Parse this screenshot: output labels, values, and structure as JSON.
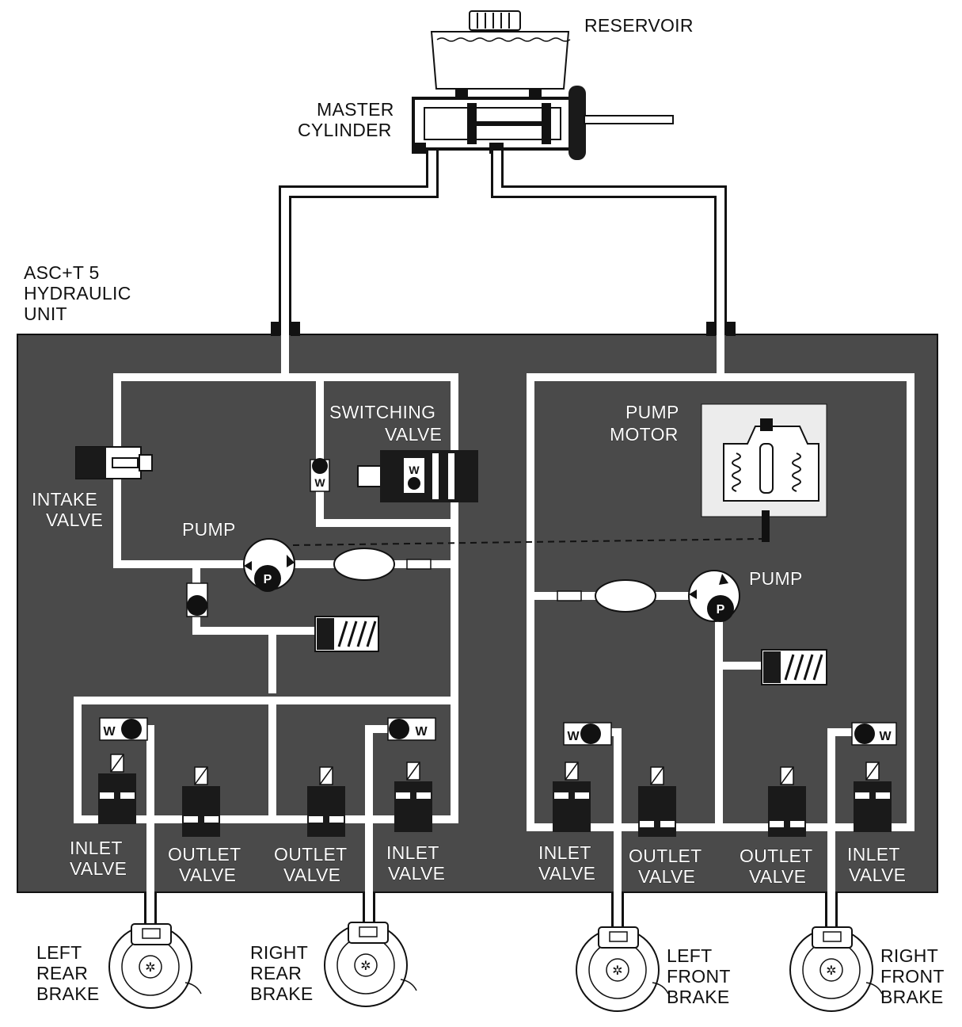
{
  "labels": {
    "reservoir": "RESERVOIR",
    "master_cylinder": [
      "MASTER",
      "CYLINDER"
    ],
    "hydraulic_unit": [
      "ASC+T 5",
      "HYDRAULIC",
      "UNIT"
    ],
    "switching_valve": [
      "SWITCHING",
      "VALVE"
    ],
    "pump_motor": [
      "PUMP",
      "MOTOR"
    ],
    "intake_valve": [
      "INTAKE",
      "VALVE"
    ],
    "pump_left": "PUMP",
    "pump_right": "PUMP",
    "pump_symbol": "P",
    "spring_symbol": "W",
    "valves": [
      [
        "INLET",
        "VALVE"
      ],
      [
        "OUTLET",
        "VALVE"
      ],
      [
        "OUTLET",
        "VALVE"
      ],
      [
        "INLET",
        "VALVE"
      ],
      [
        "INLET",
        "VALVE"
      ],
      [
        "OUTLET",
        "VALVE"
      ],
      [
        "OUTLET",
        "VALVE"
      ],
      [
        "INLET",
        "VALVE"
      ]
    ],
    "brakes": [
      [
        "LEFT",
        "REAR",
        "BRAKE"
      ],
      [
        "RIGHT",
        "REAR",
        "BRAKE"
      ],
      [
        "LEFT",
        "FRONT",
        "BRAKE"
      ],
      [
        "RIGHT",
        "FRONT",
        "BRAKE"
      ]
    ]
  },
  "colors": {
    "unit_fill": "#4a4a4a",
    "line": "#ffffff",
    "outline": "#111111",
    "component_dark": "#1a1a1a",
    "panel_light": "#ececec"
  }
}
